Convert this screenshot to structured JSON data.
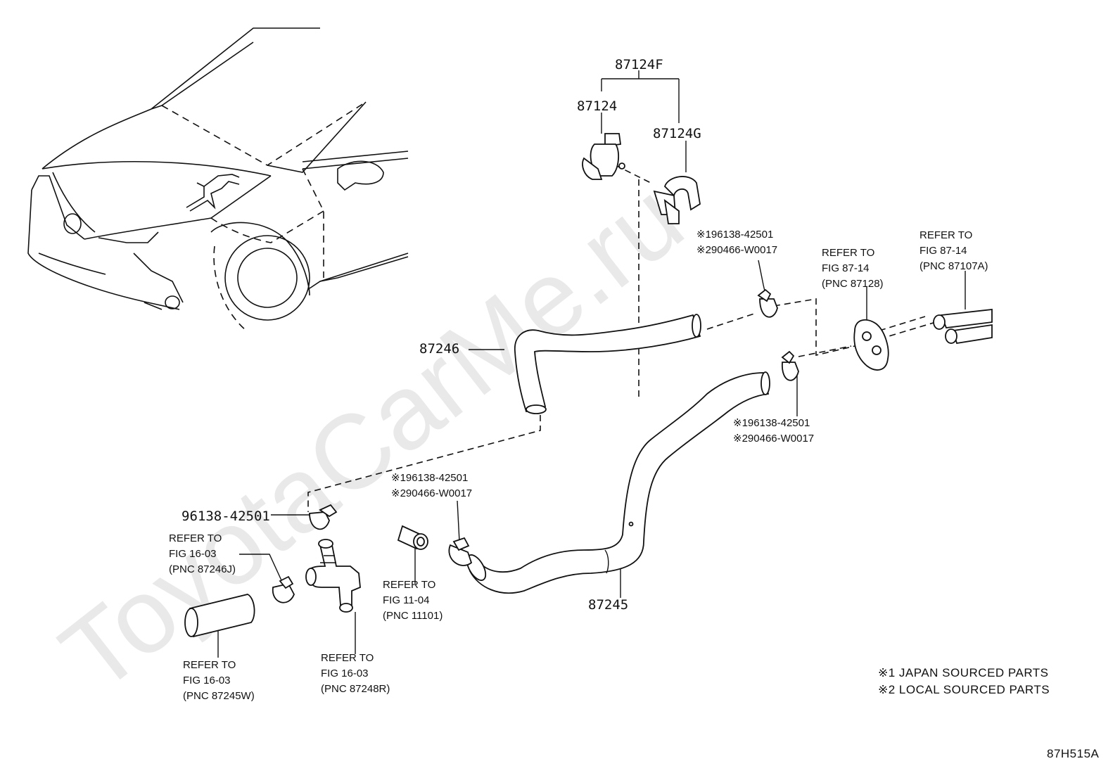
{
  "watermark": "ToyotaCarMe.ru",
  "callouts": {
    "assembly_87124F": "87124F",
    "part_87124": "87124",
    "part_87124G": "87124G",
    "part_87246": "87246",
    "part_87245": "87245",
    "part_96138_42501": "96138-42501"
  },
  "clamp_notes": {
    "upper": {
      "line1": "※196138-42501",
      "line2": "※290466-W0017"
    },
    "right": {
      "line1": "※196138-42501",
      "line2": "※290466-W0017"
    },
    "lower": {
      "line1": "※196138-42501",
      "line2": "※290466-W0017"
    }
  },
  "references": {
    "ref_87128": {
      "line1": "REFER TO",
      "line2": "FIG 87-14",
      "line3": "(PNC 87128)"
    },
    "ref_87107A": {
      "line1": "REFER TO",
      "line2": "FIG 87-14",
      "line3": "(PNC 87107A)"
    },
    "ref_87246J": {
      "line1": "REFER TO",
      "line2": "FIG 16-03",
      "line3": "(PNC 87246J)"
    },
    "ref_11101": {
      "line1": "REFER TO",
      "line2": "FIG 11-04",
      "line3": "(PNC 11101)"
    },
    "ref_87245W": {
      "line1": "REFER TO",
      "line2": "FIG 16-03",
      "line3": "(PNC 87245W)"
    },
    "ref_87248R": {
      "line1": "REFER TO",
      "line2": "FIG 16-03",
      "line3": "(PNC 87248R)"
    }
  },
  "legend": {
    "note1": "※1 JAPAN SOURCED PARTS",
    "note2": "※2 LOCAL SOURCED PARTS"
  },
  "figure_id": "87H515A"
}
